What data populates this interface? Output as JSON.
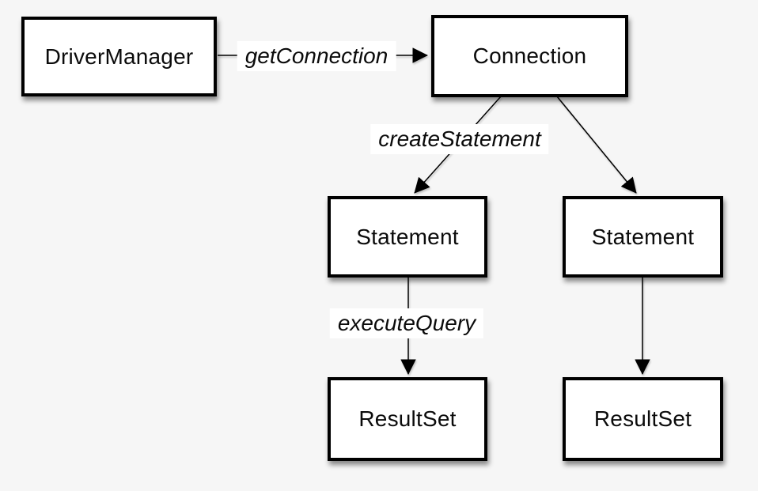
{
  "diagram": {
    "background_color": "#f6f6f6",
    "box_fill_color": "#ffffff",
    "box_border_color": "#000000",
    "line_color": "#000000",
    "nodes": [
      {
        "id": "driver-manager",
        "label": "DriverManager"
      },
      {
        "id": "connection",
        "label": "Connection"
      },
      {
        "id": "statement-left",
        "label": "Statement"
      },
      {
        "id": "statement-right",
        "label": "Statement"
      },
      {
        "id": "resultset-left",
        "label": "ResultSet"
      },
      {
        "id": "resultset-right",
        "label": "ResultSet"
      }
    ],
    "edges": [
      {
        "from": "driver-manager",
        "to": "connection",
        "label": "getConnection"
      },
      {
        "from": "connection",
        "to": "statement-left",
        "label": "createStatement"
      },
      {
        "from": "connection",
        "to": "statement-right",
        "label": ""
      },
      {
        "from": "statement-left",
        "to": "resultset-left",
        "label": "executeQuery"
      },
      {
        "from": "statement-right",
        "to": "resultset-right",
        "label": ""
      }
    ]
  }
}
